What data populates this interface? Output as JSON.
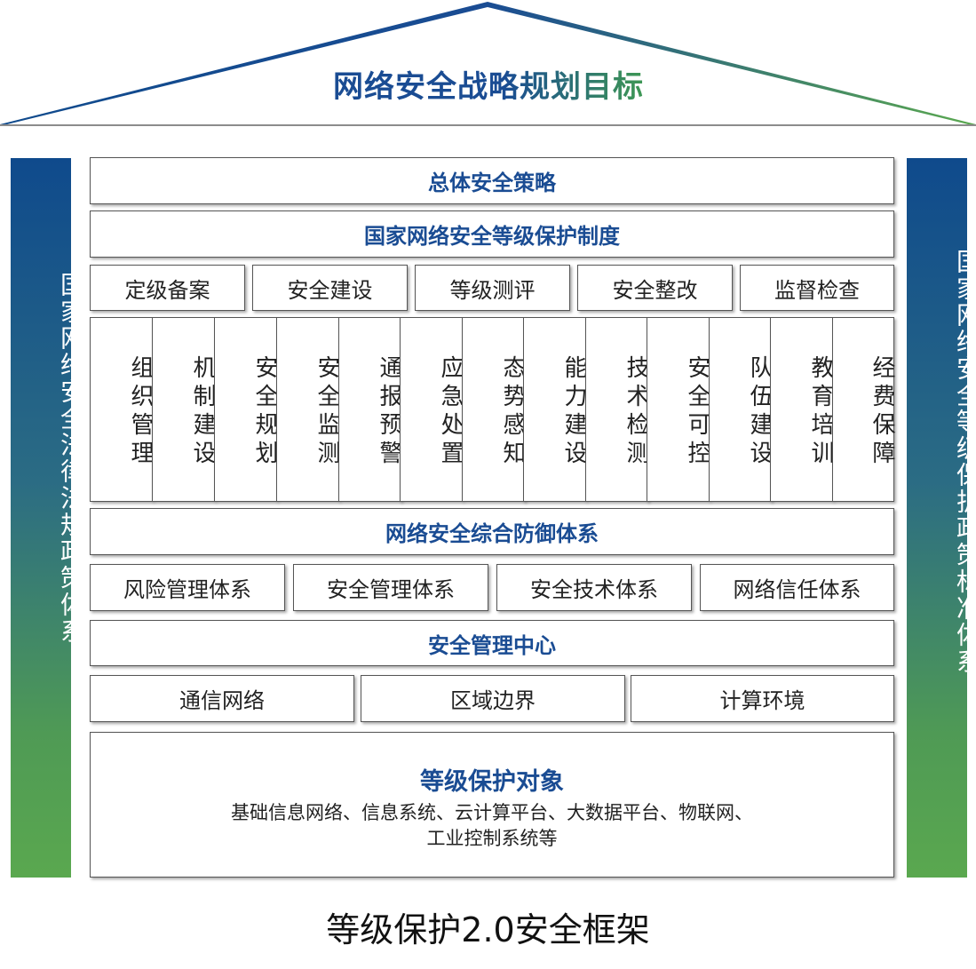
{
  "roof": {
    "title": "网络安全战略规划目标"
  },
  "left_pillar": {
    "text": "国家网络安全法律法规政策体系"
  },
  "right_pillar": {
    "text": "国家网络安全等级保护政策标准体系"
  },
  "overall_strategy": "总体安全策略",
  "national_system": "国家网络安全等级保护制度",
  "stages": [
    "定级备案",
    "安全建设",
    "等级测评",
    "安全整改",
    "监督检查"
  ],
  "measures": [
    "组织管理",
    "机制建设",
    "安全规划",
    "安全监测",
    "通报预警",
    "应急处置",
    "态势感知",
    "能力建设",
    "技术检测",
    "安全可控",
    "队伍建设",
    "教育培训",
    "经费保障"
  ],
  "defense_system": "网络安全综合防御体系",
  "subsystems": [
    "风险管理体系",
    "安全管理体系",
    "安全技术体系",
    "网络信任体系"
  ],
  "management_center": "安全管理中心",
  "environments": [
    "通信网络",
    "区域边界",
    "计算环境"
  ],
  "protected_objects": {
    "title": "等级保护对象",
    "line1": "基础信息网络、信息系统、云计算平台、大数据平台、物联网、",
    "line2": "工业控制系统等"
  },
  "caption": "等级保护2.0安全框架",
  "colors": {
    "brand_blue": "#1a4c93",
    "brand_green": "#5aa84f"
  }
}
